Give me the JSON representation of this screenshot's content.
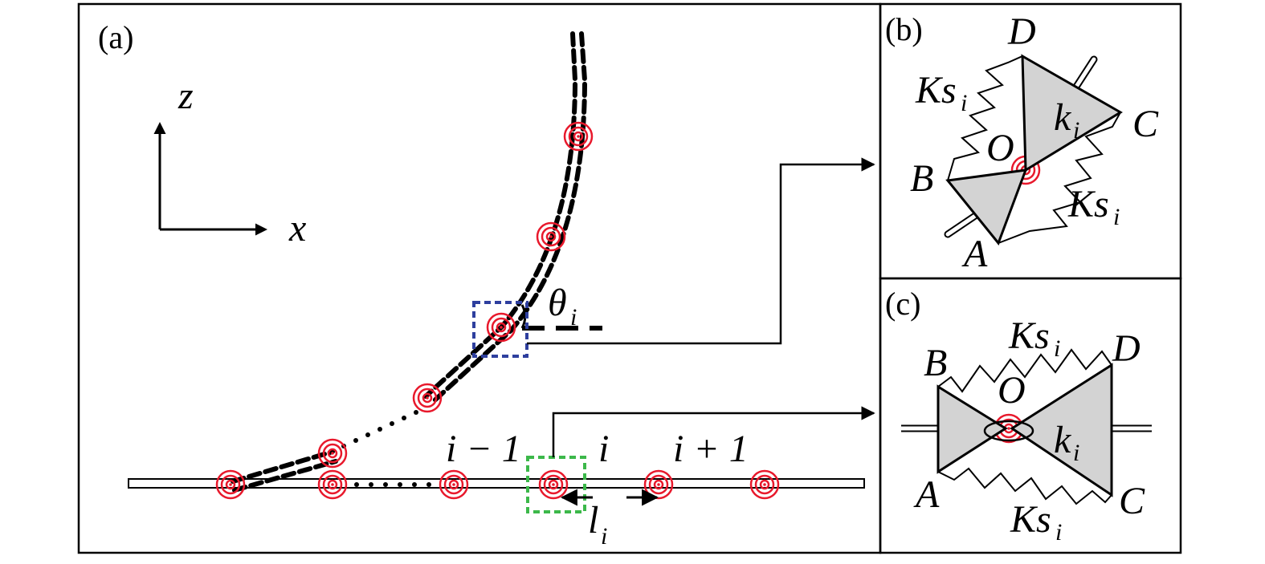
{
  "panels": {
    "a": {
      "label": "(a)"
    },
    "b": {
      "label": "(b)"
    },
    "c": {
      "label": "(c)"
    }
  },
  "axes": {
    "z": "z",
    "x": "x"
  },
  "panel_a": {
    "theta": "θ",
    "theta_sub": "i",
    "node_prev": "i − 1",
    "node_cur": "i",
    "node_next": "i + 1",
    "length": "l",
    "length_sub": "i"
  },
  "panel_b": {
    "D": "D",
    "C": "C",
    "B": "B",
    "A": "A",
    "O": "O",
    "k": "k",
    "k_sub": "i",
    "Ks_top": "Ks",
    "Ks_top_sub": "i",
    "Ks_bottom": "Ks",
    "Ks_bottom_sub": "i"
  },
  "panel_c": {
    "B": "B",
    "D": "D",
    "A": "A",
    "C": "C",
    "O": "O",
    "k": "k",
    "k_sub": "i",
    "Ks_top": "Ks",
    "Ks_top_sub": "i",
    "Ks_bottom": "Ks",
    "Ks_bottom_sub": "i"
  },
  "colors": {
    "hinge": "#e8192c",
    "blue_box": "#2e3f9e",
    "green_box": "#3cb84a",
    "fill": "#d3d3d3",
    "ink": "#000000"
  }
}
